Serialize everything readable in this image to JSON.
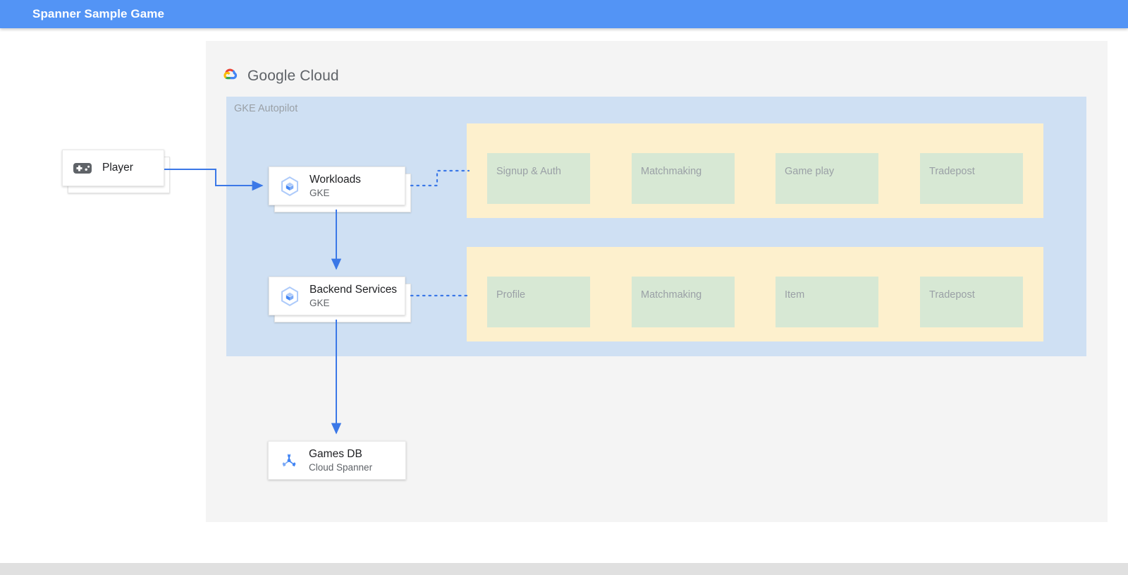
{
  "app": {
    "title": "Spanner Sample Game",
    "header_color": "#5394f5"
  },
  "brand": {
    "logo_icon": "google-cloud-logo-icon",
    "name_primary": "Google",
    "name_secondary": "Cloud"
  },
  "diagram": {
    "container": {
      "label": "GKE Autopilot",
      "color": "#cfe0f3"
    },
    "colors": {
      "band": "#fdf0cd",
      "service_box": "#d7e8d4",
      "connector": "#3b78e7",
      "canvas": "#f4f4f4"
    },
    "nodes": [
      {
        "id": "player",
        "title": "Player",
        "subtitle": "",
        "icon": "gamepad-icon"
      },
      {
        "id": "workloads",
        "title": "Workloads",
        "subtitle": "GKE",
        "icon": "gke-hexagon-icon"
      },
      {
        "id": "backend-services",
        "title": "Backend Services",
        "subtitle": "GKE",
        "icon": "gke-hexagon-icon"
      },
      {
        "id": "games-db",
        "title": "Games DB",
        "subtitle": "Cloud Spanner",
        "icon": "cloud-spanner-icon"
      }
    ],
    "bands": [
      {
        "id": "frontend-services",
        "services": [
          "Signup & Auth",
          "Matchmaking",
          "Game play",
          "Tradepost"
        ]
      },
      {
        "id": "backend-services-band",
        "services": [
          "Profile",
          "Matchmaking",
          "Item",
          "Tradepost"
        ]
      }
    ]
  }
}
